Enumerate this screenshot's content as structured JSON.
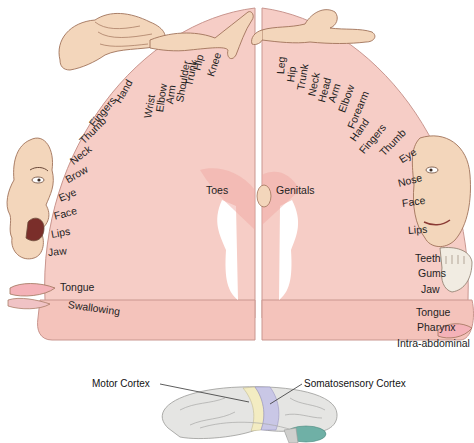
{
  "diagram": {
    "labels": [
      "Toes",
      "Hip",
      "Knee",
      "Trunk",
      "Shoulder",
      "Arm",
      "Elbow",
      "Wrist",
      "Hand",
      "Fingers",
      "Thumb",
      "Neck",
      "Brow",
      "Eye",
      "Face",
      "Lips",
      "Jaw",
      "Tongue",
      "Swallowing",
      "Genitals",
      "Leg",
      "Hip",
      "Trunk",
      "Neck",
      "Head",
      "Arm",
      "Elbow",
      "Forearm",
      "Hand",
      "Fingers",
      "Thumb",
      "Eye",
      "Nose",
      "Face",
      "Lips",
      "Teeth",
      "Gums",
      "Jaw",
      "Tongue",
      "Pharynx",
      "Intra-abdominal",
      "Motor Cortex",
      "Somatosensory Cortex"
    ]
  }
}
